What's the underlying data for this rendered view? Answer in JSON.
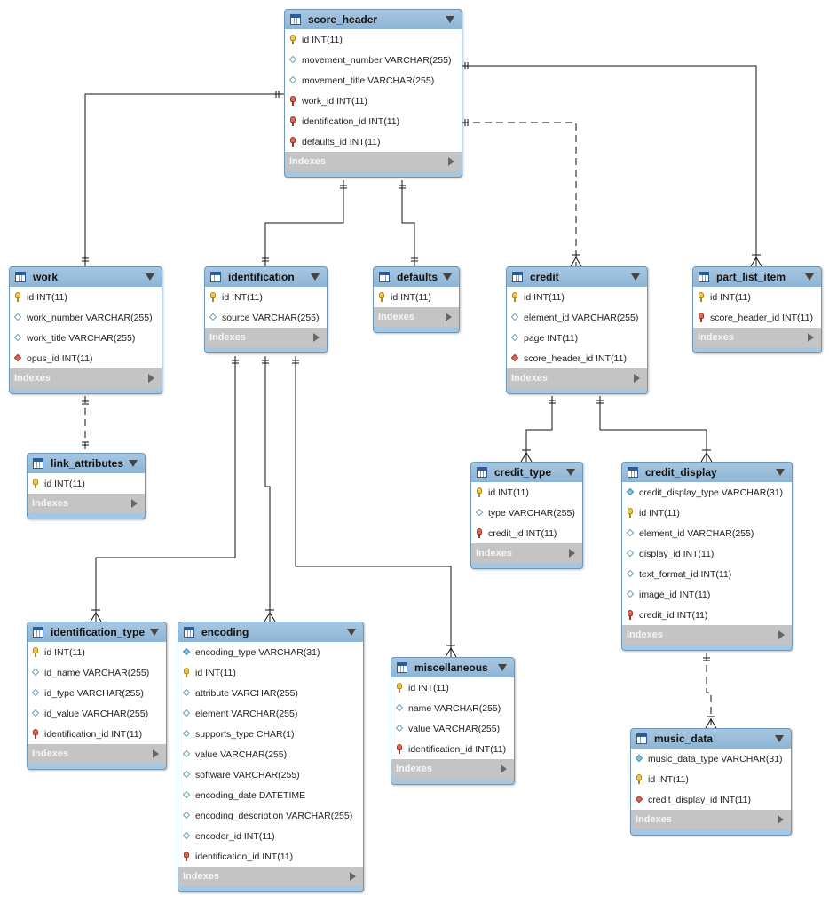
{
  "diagram": {
    "indexes_label": "Indexes",
    "tables": [
      {
        "id": "score_header",
        "name": "score_header",
        "columns": [
          {
            "icon": "key",
            "text": "id INT(11)"
          },
          {
            "icon": "dia",
            "text": "movement_number VARCHAR(255)"
          },
          {
            "icon": "dia",
            "text": "movement_title VARCHAR(255)"
          },
          {
            "icon": "fk",
            "text": "work_id INT(11)"
          },
          {
            "icon": "fk",
            "text": "identification_id INT(11)"
          },
          {
            "icon": "fk",
            "text": "defaults_id INT(11)"
          }
        ]
      },
      {
        "id": "work",
        "name": "work",
        "columns": [
          {
            "icon": "key",
            "text": "id INT(11)"
          },
          {
            "icon": "dia",
            "text": "work_number VARCHAR(255)"
          },
          {
            "icon": "dia",
            "text": "work_title VARCHAR(255)"
          },
          {
            "icon": "dia-red",
            "text": "opus_id INT(11)"
          }
        ]
      },
      {
        "id": "identification",
        "name": "identification",
        "columns": [
          {
            "icon": "key",
            "text": "id INT(11)"
          },
          {
            "icon": "dia",
            "text": "source VARCHAR(255)"
          }
        ]
      },
      {
        "id": "defaults",
        "name": "defaults",
        "columns": [
          {
            "icon": "key",
            "text": "id INT(11)"
          }
        ]
      },
      {
        "id": "credit",
        "name": "credit",
        "columns": [
          {
            "icon": "key",
            "text": "id INT(11)"
          },
          {
            "icon": "dia",
            "text": "element_id VARCHAR(255)"
          },
          {
            "icon": "dia",
            "text": "page INT(11)"
          },
          {
            "icon": "dia-red",
            "text": "score_header_id INT(11)"
          }
        ]
      },
      {
        "id": "part_list_item",
        "name": "part_list_item",
        "columns": [
          {
            "icon": "key",
            "text": "id INT(11)"
          },
          {
            "icon": "fk",
            "text": "score_header_id INT(11)"
          }
        ]
      },
      {
        "id": "link_attributes",
        "name": "link_attributes",
        "columns": [
          {
            "icon": "key",
            "text": "id INT(11)"
          }
        ]
      },
      {
        "id": "credit_type",
        "name": "credit_type",
        "columns": [
          {
            "icon": "key",
            "text": "id INT(11)"
          },
          {
            "icon": "dia",
            "text": "type VARCHAR(255)"
          },
          {
            "icon": "fk",
            "text": "credit_id INT(11)"
          }
        ]
      },
      {
        "id": "credit_display",
        "name": "credit_display",
        "columns": [
          {
            "icon": "dia-filled",
            "text": "credit_display_type VARCHAR(31)"
          },
          {
            "icon": "key",
            "text": "id INT(11)"
          },
          {
            "icon": "dia",
            "text": "element_id VARCHAR(255)"
          },
          {
            "icon": "dia",
            "text": "display_id INT(11)"
          },
          {
            "icon": "dia",
            "text": "text_format_id INT(11)"
          },
          {
            "icon": "dia",
            "text": "image_id INT(11)"
          },
          {
            "icon": "fk",
            "text": "credit_id INT(11)"
          }
        ]
      },
      {
        "id": "identification_type",
        "name": "identification_type",
        "columns": [
          {
            "icon": "key",
            "text": "id INT(11)"
          },
          {
            "icon": "dia",
            "text": "id_name VARCHAR(255)"
          },
          {
            "icon": "dia",
            "text": "id_type VARCHAR(255)"
          },
          {
            "icon": "dia",
            "text": "id_value VARCHAR(255)"
          },
          {
            "icon": "fk",
            "text": "identification_id INT(11)"
          }
        ]
      },
      {
        "id": "encoding",
        "name": "encoding",
        "columns": [
          {
            "icon": "dia-filled",
            "text": "encoding_type VARCHAR(31)"
          },
          {
            "icon": "key",
            "text": "id INT(11)"
          },
          {
            "icon": "dia",
            "text": "attribute VARCHAR(255)"
          },
          {
            "icon": "dia",
            "text": "element VARCHAR(255)"
          },
          {
            "icon": "dia",
            "text": "supports_type CHAR(1)"
          },
          {
            "icon": "dia",
            "text": "value VARCHAR(255)"
          },
          {
            "icon": "dia",
            "text": "software VARCHAR(255)"
          },
          {
            "icon": "dia",
            "text": "encoding_date DATETIME"
          },
          {
            "icon": "dia",
            "text": "encoding_description VARCHAR(255)"
          },
          {
            "icon": "dia",
            "text": "encoder_id INT(11)"
          },
          {
            "icon": "fk",
            "text": "identification_id INT(11)"
          }
        ]
      },
      {
        "id": "miscellaneous",
        "name": "miscellaneous",
        "columns": [
          {
            "icon": "key",
            "text": "id INT(11)"
          },
          {
            "icon": "dia",
            "text": "name VARCHAR(255)"
          },
          {
            "icon": "dia",
            "text": "value VARCHAR(255)"
          },
          {
            "icon": "fk",
            "text": "identification_id INT(11)"
          }
        ]
      },
      {
        "id": "music_data",
        "name": "music_data",
        "columns": [
          {
            "icon": "dia-filled",
            "text": "music_data_type VARCHAR(31)"
          },
          {
            "icon": "key",
            "text": "id INT(11)"
          },
          {
            "icon": "dia-red",
            "text": "credit_display_id INT(11)"
          }
        ]
      }
    ],
    "relationships": [
      {
        "from": "score_header",
        "to": "work",
        "identifying": true
      },
      {
        "from": "score_header",
        "to": "identification",
        "identifying": true
      },
      {
        "from": "score_header",
        "to": "defaults",
        "identifying": true
      },
      {
        "from": "credit",
        "to": "score_header",
        "identifying": false
      },
      {
        "from": "part_list_item",
        "to": "score_header",
        "identifying": true
      },
      {
        "from": "link_attributes",
        "to": "work",
        "identifying": false
      },
      {
        "from": "identification_type",
        "to": "identification",
        "identifying": true
      },
      {
        "from": "encoding",
        "to": "identification",
        "identifying": true
      },
      {
        "from": "miscellaneous",
        "to": "identification",
        "identifying": true
      },
      {
        "from": "credit_type",
        "to": "credit",
        "identifying": true
      },
      {
        "from": "credit_display",
        "to": "credit",
        "identifying": true
      },
      {
        "from": "music_data",
        "to": "credit_display",
        "identifying": false
      }
    ]
  }
}
